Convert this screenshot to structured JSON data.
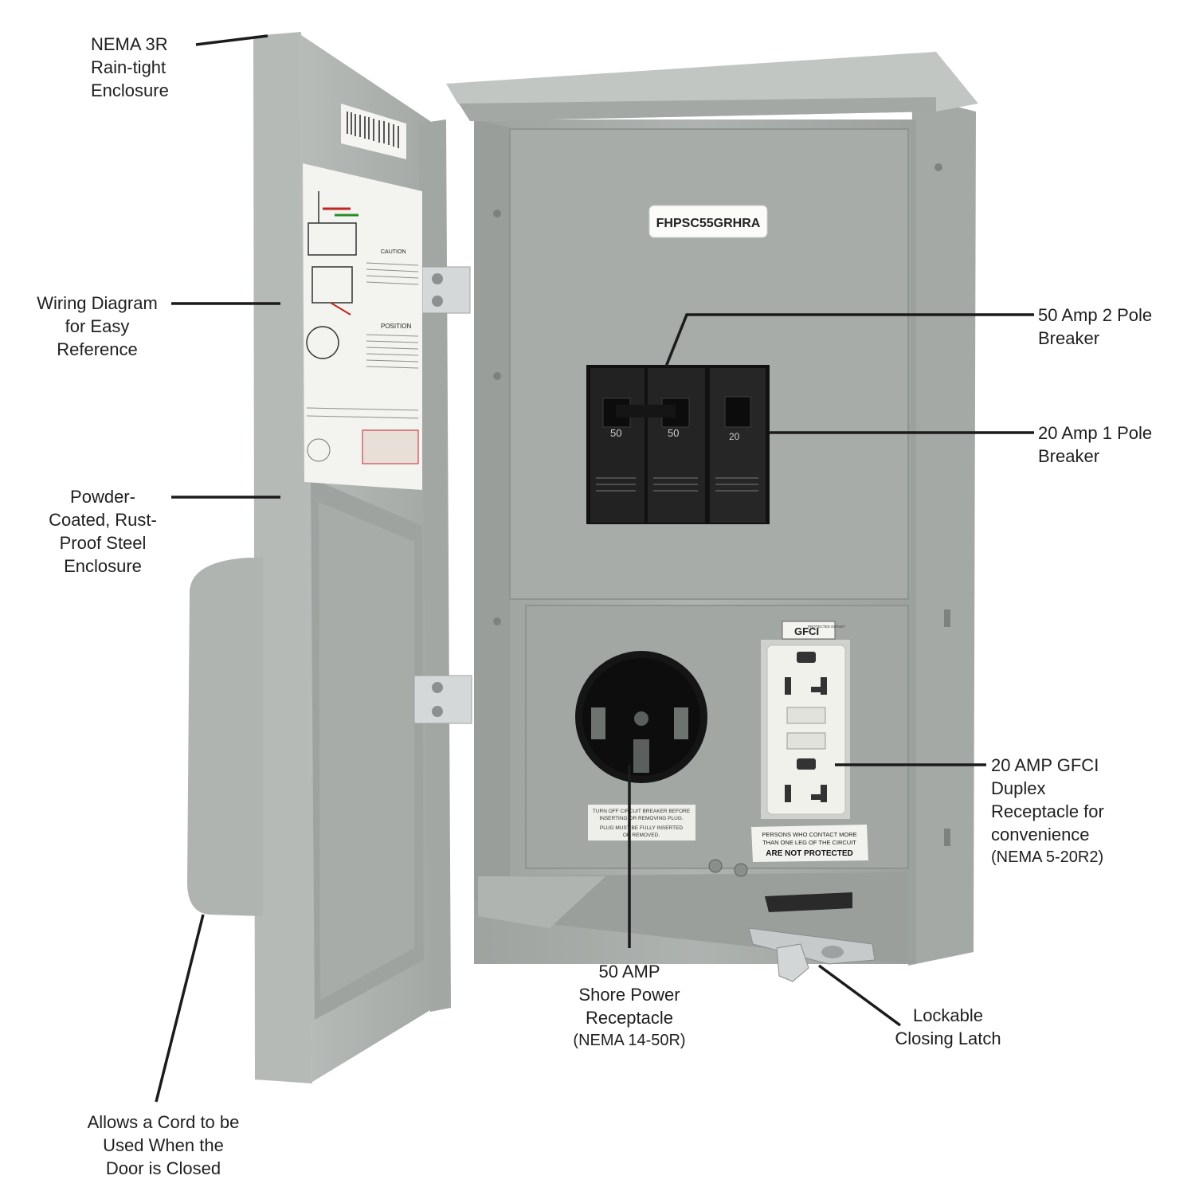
{
  "product": {
    "model_label": "FHPSC55GRHRA",
    "breaker_numbers": [
      "50",
      "50",
      "20"
    ],
    "gfci_badge": "GFCI",
    "gfci_badge_sub": "PROTECTED OUTLET",
    "warning_receptacle": [
      "TURN OFF CIRCUIT BREAKER BEFORE",
      "INSERTING OR REMOVING PLUG.",
      "PLUG MUST BE FULLY INSERTED",
      "OR REMOVED."
    ],
    "warning_gfci": [
      "PERSONS WHO CONTACT MORE",
      "THAN ONE LEG OF THE CIRCUIT",
      "ARE NOT PROTECTED"
    ],
    "door_label_headings": [
      "CAUTION",
      "POSITION"
    ]
  },
  "callouts": {
    "nema3r": [
      "NEMA  3R",
      "Rain-tight",
      "Enclosure"
    ],
    "wiring": [
      "Wiring Diagram",
      "for Easy",
      "Reference"
    ],
    "powder": [
      "Powder-",
      "Coated, Rust-",
      "Proof Steel",
      "Enclosure"
    ],
    "cord": [
      "Allows a Cord to be",
      "Used When the",
      "Door is Closed"
    ],
    "breaker50": [
      "50 Amp 2 Pole",
      "Breaker"
    ],
    "breaker20": [
      "20 Amp 1 Pole",
      "Breaker"
    ],
    "gfci": [
      "20 AMP GFCI",
      "Duplex",
      "Receptacle for",
      "convenience",
      "(NEMA 5-20R2)"
    ],
    "shore": [
      "50 AMP",
      "Shore Power",
      "Receptacle",
      "(NEMA 14-50R)"
    ],
    "latch": [
      "Lockable",
      "Closing Latch"
    ]
  },
  "colors": {
    "steel": "#a9aeab",
    "steel_dark": "#8d928f",
    "steel_light": "#c6cac7",
    "breaker_black": "#1e1e1e",
    "receptacle_black": "#141414",
    "gfci_white": "#f1f1ec"
  }
}
